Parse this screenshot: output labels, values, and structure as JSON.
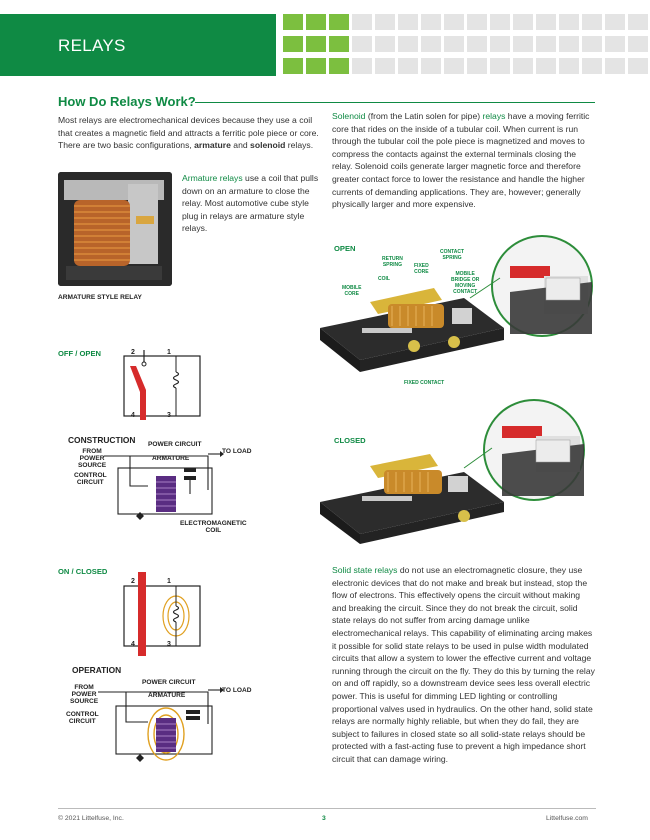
{
  "header": {
    "title": "RELAYS"
  },
  "section": {
    "title": "How Do Relays Work?"
  },
  "intro": {
    "pre": "Most relays are electromechanical devices because they use a coil that creates a magnetic field and attracts a ferritic pole piece or core. There are two basic configurations, ",
    "strong1": "armature",
    "mid": " and ",
    "strong2": "solenoid",
    "post": " relays."
  },
  "armature": {
    "lead": "Armature relays",
    "text": " use a coil that pulls down on an armature to close the relay. Most automotive cube style plug in relays are armature style relays.",
    "caption": "ARMATURE STYLE RELAY"
  },
  "solenoid": {
    "lead": "Solenoid",
    "mid": " (from the Latin solen for pipe) ",
    "lead2": "relays",
    "text": " have a moving ferritic core that rides on the inside of a tubular coil. When current is run through the tubular coil the pole piece is magnetized and moves to compress the contacts against the external terminals closing the relay. Solenoid coils generate larger magnetic force and therefore greater contact force to lower the resistance and handle the higher currents of demanding applications. They are, however; generally physically larger and more expensive."
  },
  "diagrams": {
    "open_label": "OFF / OPEN",
    "closed_label": "ON / CLOSED",
    "construction": "CONSTRUCTION",
    "operation": "OPERATION",
    "power_circuit": "POWER CIRCUIT",
    "from_power_source": [
      "FROM",
      "POWER",
      "SOURCE"
    ],
    "control_circuit": [
      "CONTROL",
      "CIRCUIT"
    ],
    "armature": "ARMATURE",
    "to_load": "TO LOAD",
    "em_coil": [
      "ELECTROMAGNETIC",
      "COIL"
    ],
    "pin_2": "2",
    "pin_1": "1",
    "pin_4": "4",
    "pin_3": "3"
  },
  "solenoid_diagram": {
    "open": "OPEN",
    "closed": "CLOSED",
    "return_spring": [
      "RETURN",
      "SPRING"
    ],
    "fixed_core": [
      "FIXED",
      "CORE"
    ],
    "contact_spring": [
      "CONTACT",
      "SPRING"
    ],
    "coil": "COIL",
    "mobile_core": [
      "MOBILE",
      "CORE"
    ],
    "mobile_bridge": [
      "MOBILE",
      "BRIDGE OR",
      "MOVING",
      "CONTACT"
    ],
    "fixed_contact": "FIXED CONTACT"
  },
  "solid_state": {
    "lead": "Solid state relays",
    "text": " do not use an electromagnetic closure, they use electronic devices that do not make and break but instead, stop the flow of electrons. This effectively opens the circuit without making and breaking the circuit. Since they do not break the circuit, solid state relays do not suffer from arcing damage unlike electromechanical relays. This capability of eliminating arcing makes it possible for solid state relays to be used in pulse width modulated circuits that allow a system to lower the effective current and voltage running through the circuit on the fly. They do this by turning the relay on and off rapidly, so a downstream device sees less overall electric power. This is useful for dimming LED lighting or controlling proportional valves used in hydraulics. On the other hand, solid state relays are normally highly reliable, but when they do fail, they are subject to failures in closed state so all solid-state relays should be protected with a fast-acting fuse to prevent a high impedance short circuit that can damage wiring."
  },
  "footer": {
    "copyright": "© 2021 Littelfuse, Inc.",
    "page": "3",
    "site": "Littelfuse.com"
  },
  "colors": {
    "brand_green": "#0f8a44",
    "light_green": "#7cbf3f",
    "grid_gray": "#e4e4e4",
    "relay_red": "#d62b2b",
    "coil_purple": "#5a2d82",
    "coil_gold": "#e0a020"
  }
}
